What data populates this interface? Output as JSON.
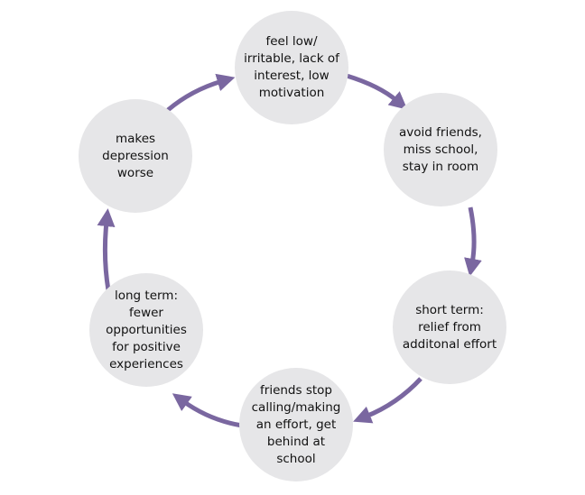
{
  "colors": {
    "node_fill": "#e6e6e8",
    "arrow": "#7a67a0",
    "text": "#111111"
  },
  "nodes": [
    {
      "text": "feel low/ irritable, lack of interest, low motivation"
    },
    {
      "text": "avoid friends, miss school, stay in room"
    },
    {
      "text": "short term: relief from additonal effort"
    },
    {
      "text": "friends stop calling/making an effort, get behind at school"
    },
    {
      "text": "long term: fewer opportunities for positive experiences"
    },
    {
      "text": "makes depression worse"
    }
  ]
}
